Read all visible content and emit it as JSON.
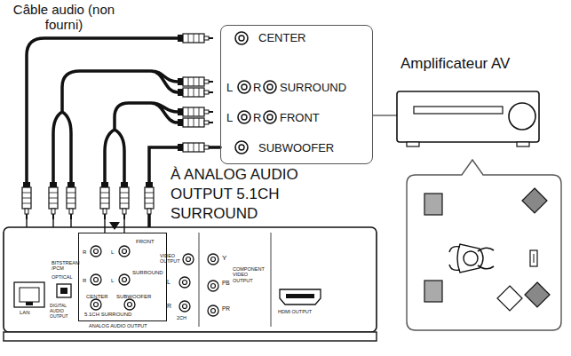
{
  "diagram": {
    "nodes": [
      {
        "text": [
          "CENTER",
          "L",
          "R",
          "SURROUND",
          "L",
          "R",
          "FRONT",
          "SUBWOOFER"
        ]
      },
      {
        "text": [
          "Amplificateur AV"
        ]
      },
      {
        "text": [
          "R",
          "L",
          "FRONT",
          "R",
          "L",
          "SURROUND",
          "CENTER",
          "SUBWOOFER",
          "5.1CH SURROUND"
        ]
      }
    ],
    "edges": [
      {
        "from": 2,
        "to": 0,
        "arrow": "none"
      },
      {
        "from": 0,
        "to": 1,
        "arrow": "none"
      }
    ],
    "labels": [
      "Câble audio (non fourni)",
      "À ANALOG AUDIO OUTPUT 5.1CH SURROUND",
      "BITSTREAM /PCM",
      "OPTICAL",
      "VIDEO OUTPUT",
      "Y",
      "COMPONENT VIDEO OUTPUT",
      "L",
      "PB",
      "R",
      "PR",
      "2CH",
      "LAN",
      "DIGITAL AUDIO OUTPUT",
      "ANALOG AUDIO OUTPUT",
      "HDMI OUTPUT"
    ]
  }
}
